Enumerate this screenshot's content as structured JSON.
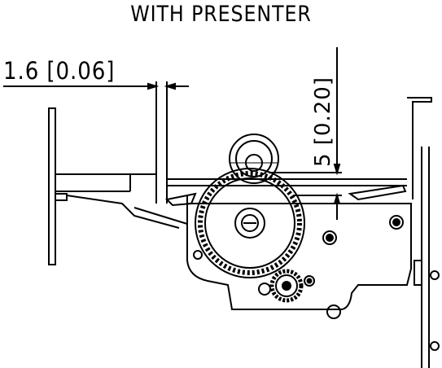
{
  "drawing": {
    "title": "WITH PRESENTER",
    "dimension_horizontal": "1.6 [0.06]",
    "dimension_vertical": "5 [0.20]"
  },
  "colors": {
    "line": "#000000",
    "background": "#ffffff"
  }
}
